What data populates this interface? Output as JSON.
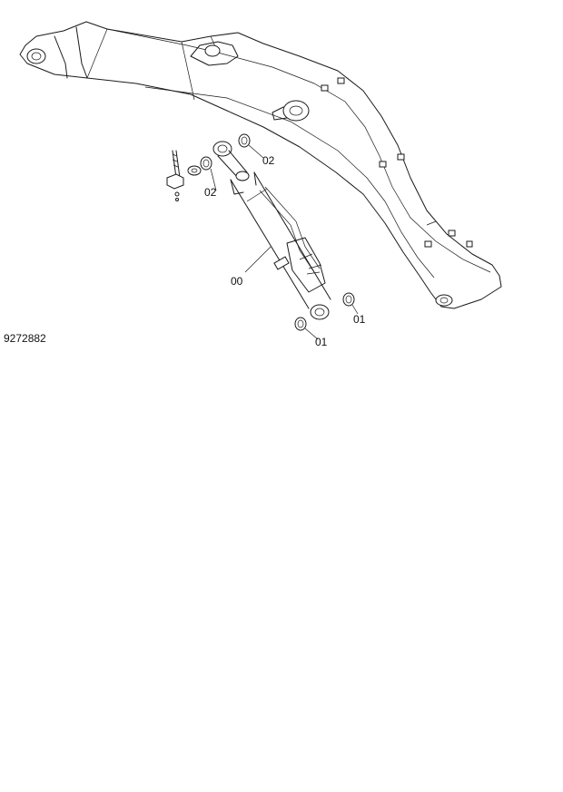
{
  "diagram": {
    "callouts": {
      "cylinder": "00",
      "bushing_bottom_a": "01",
      "bushing_bottom_b": "01",
      "bushing_top_a": "02",
      "bushing_top_b": "02"
    },
    "drawing_number": "9272882"
  }
}
